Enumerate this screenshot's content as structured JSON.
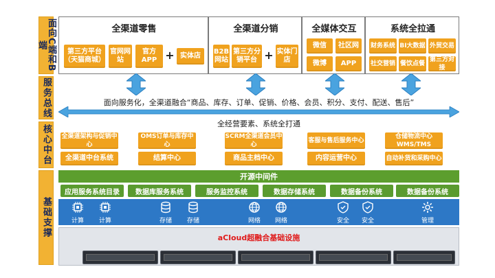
{
  "left_labels": [
    "面向C端和B端",
    "服务总线",
    "核心中台",
    "基础支撑"
  ],
  "top": {
    "sections": [
      {
        "title": "全渠道零售"
      },
      {
        "title": "全渠道分销"
      },
      {
        "title": "全媒体交互"
      },
      {
        "title": "系统全拉通"
      }
    ],
    "retail": [
      "第三方平台（天猫商城）",
      "官网网站",
      "官方APP",
      "实体店"
    ],
    "distribution": [
      "B2B网站",
      "第三方分销平台",
      "实体门店"
    ],
    "media": [
      "微信",
      "社区网",
      "微博",
      "APP"
    ],
    "system": [
      "财务系统",
      "BI大数据",
      "外贸交易",
      "社交营销",
      "餐饮点餐",
      "第三方对接"
    ],
    "plus_sign": "+"
  },
  "bus": {
    "line1": "面向服务化，全渠道融合“商品、库存、订单、促销、价格、会员、积分、支付、配送、售后”",
    "line2": "全经营要素、系统全打通"
  },
  "core": {
    "top_row": [
      "全渠道架构与促销中心",
      "OMS订单与库存中心",
      "SCRM全渠道会员中心",
      "客服与售后服务中心",
      "仓储物流中心WMS/TMS"
    ],
    "bottom_row": [
      "全渠道中台系统",
      "结算中心",
      "商品主档中心",
      "内容运营中心",
      "自动补货和采购中心"
    ]
  },
  "base": {
    "middleware": "开源中间件",
    "services": [
      "应用服务系统目录",
      "数据库服务系统",
      "服务监控系统",
      "数据存储系统",
      "数据备份系统",
      "数据备份系统"
    ],
    "infra_items": [
      "计算",
      "计算",
      "存储",
      "存储",
      "网络",
      "网络",
      "安全",
      "安全",
      "管理"
    ],
    "infra_icons": [
      "cpu-icon",
      "cpu-icon",
      "database-icon",
      "database-icon",
      "globe-icon",
      "globe-icon",
      "shield-icon",
      "shield-icon",
      "gear-icon"
    ],
    "hci_title": "aCloud超融合基础设施"
  },
  "colors": {
    "accent_orange": "#f0a21e",
    "side_yellow": "#f2b233",
    "green": "#5a9b2f",
    "blue": "#2d78c6",
    "arrow_blue": "#4aa3df"
  }
}
